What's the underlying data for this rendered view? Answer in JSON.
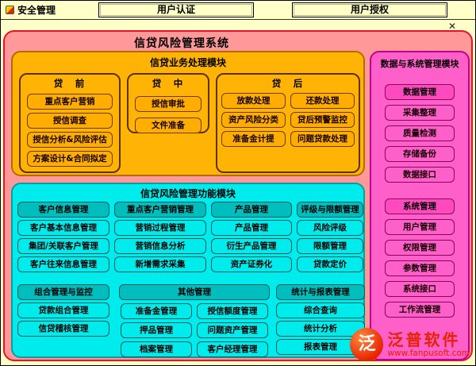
{
  "top_bar": {
    "security_label": "安全管理",
    "boxes": [
      "用户认证",
      "用户授权"
    ],
    "close_glyph": "✕"
  },
  "diagram": {
    "title": "信贷风险管理系统",
    "business_module": {
      "title": "信贷业务处理模块",
      "groups": [
        {
          "title": "贷　前",
          "items": [
            "重点客户营销",
            "授信调查",
            "授信分析&风险评估",
            "方案设计&合同拟定"
          ]
        },
        {
          "title": "贷　中",
          "items": [
            "授信审批",
            "文件准备"
          ]
        },
        {
          "title": "贷　后",
          "items": [
            "放款处理",
            "还款处理",
            "资产风险分类",
            "贷后预警监控",
            "准备金计提",
            "问题贷款处理"
          ]
        }
      ]
    },
    "function_module": {
      "title": "信贷风险管理功能模块",
      "row1": [
        {
          "title": "客户信息管理",
          "items": [
            "客户基本信息管理",
            "集团/关联客户管理",
            "客户往来信息管理"
          ]
        },
        {
          "title": "重点客户营销管理",
          "items": [
            "营销过程管理",
            "营销信息分析",
            "新增需求采集"
          ]
        },
        {
          "title": "产品管理",
          "items": [
            "产品管理",
            "衍生产品管理",
            "资产证券化"
          ]
        },
        {
          "title": "评级与限额管理",
          "items": [
            "风险评级",
            "限额管理",
            "贷款定价"
          ]
        }
      ],
      "row2": [
        {
          "title": "组合管理与监控",
          "items": [
            "贷款组合管理",
            "信贷稽核管理"
          ]
        },
        {
          "title": "其他管理",
          "items": [
            "准备金管理",
            "授信额度管理",
            "押品管理",
            "问题资产管理",
            "档案管理",
            "客户经理管理"
          ]
        },
        {
          "title": "统计与报表管理",
          "items": [
            "综合查询",
            "统计分析",
            "报表管理"
          ]
        }
      ]
    },
    "data_system_module": {
      "title": "数据与系统管理模块",
      "groups": [
        {
          "title": "数据管理",
          "items": [
            "采集整理",
            "质量检测",
            "存储备份",
            "数据接口"
          ]
        },
        {
          "title": "系统管理",
          "items": [
            "用户管理",
            "权限管理",
            "参数管理",
            "系统接口",
            "工作流管理"
          ]
        }
      ]
    }
  },
  "logo": {
    "glyph": "泛",
    "name": "泛普软件",
    "url": "www.fanpusoft.com"
  },
  "colors": {
    "page_bg": "#FFFFC8",
    "main_bg": "#FF9999",
    "main_border": "#E8112D",
    "orange_bg": "#FFB405",
    "cyan_bg": "#00ECEC",
    "cyan_header_bg": "#00BEBE",
    "pink_bg": "#FF5FC8",
    "pink_header_bg": "#FF49BE",
    "logo_red": "#E62200"
  }
}
